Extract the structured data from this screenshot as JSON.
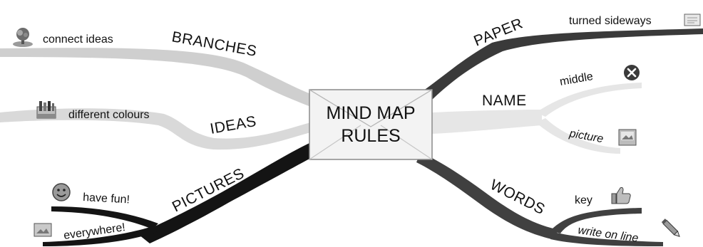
{
  "center": {
    "line1": "MIND MAP",
    "line2": "RULES"
  },
  "branches": {
    "branches": {
      "label": "BRANCHES",
      "sub": [
        "connect ideas"
      ],
      "icons": [
        "tree-icon"
      ]
    },
    "ideas": {
      "label": "IDEAS",
      "sub": [
        "different colours"
      ],
      "icons": [
        "colour-pencils-icon"
      ]
    },
    "pictures": {
      "label": "PICTURES",
      "sub": [
        "have fun!",
        "everywhere!"
      ],
      "icons": [
        "smiley-icon",
        "picture-icon"
      ]
    },
    "paper": {
      "label": "PAPER",
      "sub": [
        "turned sideways"
      ],
      "icons": [
        "landscape-paper-icon"
      ]
    },
    "name": {
      "label": "NAME",
      "sub": [
        "middle",
        "picture"
      ],
      "icons": [
        "close-icon",
        "image-icon"
      ]
    },
    "words": {
      "label": "WORDS",
      "sub": [
        "key",
        "write on line"
      ],
      "icons": [
        "thumbs-up-icon",
        "pencil-icon"
      ]
    }
  },
  "colors": {
    "branches": "#cfcfcf",
    "ideas": "#d9d9d9",
    "pictures": "#141414",
    "paper": "#3a3a3a",
    "name": "#e6e6e6",
    "words": "#404040",
    "center_fill": "#f3f3f3"
  }
}
